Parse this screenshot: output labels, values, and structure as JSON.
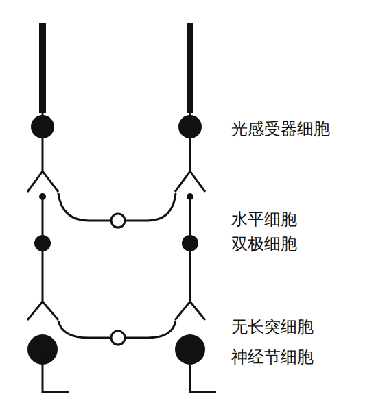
{
  "diagram": {
    "labels": [
      "光感受器细胞",
      "水平细胞",
      "双极细胞",
      "无长突细胞",
      "神经节细胞"
    ]
  }
}
